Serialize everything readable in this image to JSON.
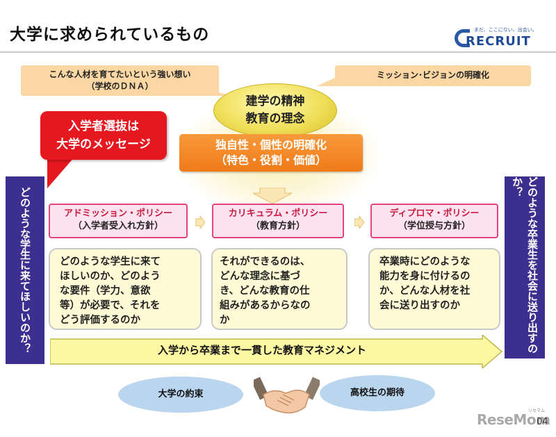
{
  "header": {
    "title": "大学に求められているもの",
    "logo_tagline": "まだ、ここにない、出会い。",
    "logo_text": "RECRUIT"
  },
  "top_notes": {
    "left_line1": "こんな人材を育てたいという強い想い",
    "left_line2": "（学校のＤＮＡ）",
    "right": "ミッション･ビジョンの明確化"
  },
  "core": {
    "line1": "建学の精神",
    "line2": "教育の理念"
  },
  "callout": {
    "line1": "入学者選抜は",
    "line2": "大学のメッセージ"
  },
  "uniqueness": {
    "line1": "独自性・個性の明確化",
    "line2": "（特色・役割・価値）"
  },
  "side_panels": {
    "left": "どのような学生に来てほしいのか？",
    "right": "どのような卒業生を社会に送り出すのか？"
  },
  "policies": [
    {
      "title": "アドミッション・ポリシー",
      "subtitle": "（入学者受入れ方針）"
    },
    {
      "title": "カリキュラム・ポリシー",
      "subtitle": "（教育方針）"
    },
    {
      "title": "ディプロマ・ポリシー",
      "subtitle": "（学位授与方針）"
    }
  ],
  "descriptions": [
    {
      "lines": [
        "どのような学生に来て",
        "ほしいのか、どのよう",
        "な要件（学力、意欲",
        "等）が必要で、それを",
        "どう評価するのか"
      ]
    },
    {
      "lines": [
        "それができるのは、",
        "どんな理念に基づ",
        "き、どんな教育の仕",
        "組みがあるからなの",
        "か"
      ]
    },
    {
      "lines": [
        "卒業時にどのような",
        "能力を身に付けるの",
        "か、どんな人材を社",
        "会に送り出すのか"
      ]
    }
  ],
  "banner": "入学から卒業まで一貫した教育マネジメント",
  "bottom": {
    "left": "大学の約束",
    "right": "高校生の期待"
  },
  "page_number": "04",
  "watermark": "ReseMom",
  "watermark_sub": "リセマム",
  "colors": {
    "red": "#e5171f",
    "orange": "#f07a18",
    "purple": "#3d2f8f",
    "pink_border": "#e0447c",
    "note_bg": "#fbd7a4",
    "desc_bg": "#fefad6",
    "cloud_bg": "#bad6ee"
  }
}
